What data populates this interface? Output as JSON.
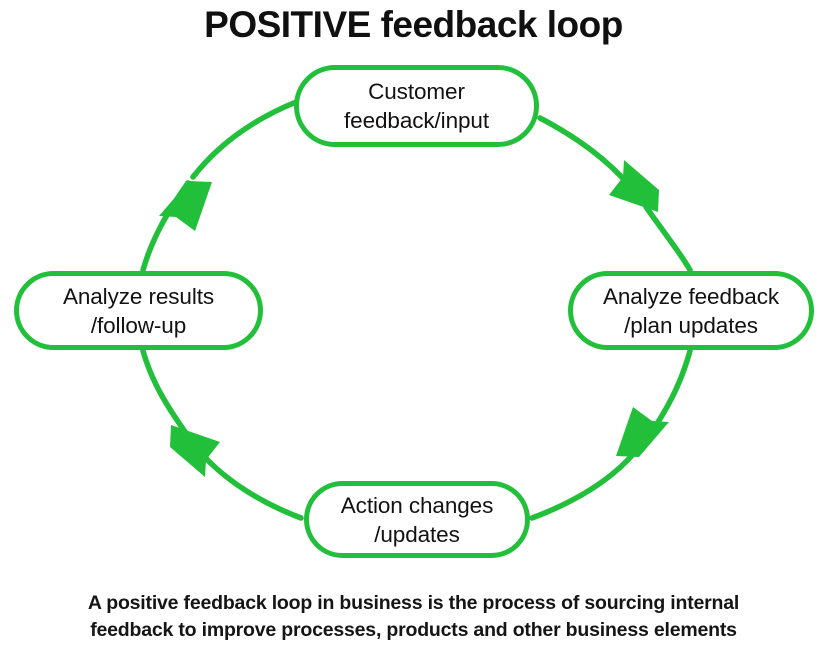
{
  "title": "POSITIVE feedback loop",
  "diagram": {
    "type": "cycle",
    "direction": "clockwise",
    "accent_color": "#22C03A",
    "node_fill": "#FFFFFF",
    "text_color": "#121212",
    "nodes": [
      {
        "id": "top",
        "label": "Customer\nfeedback/input",
        "position": "top"
      },
      {
        "id": "right",
        "label": "Analyze feedback\n/plan updates",
        "position": "right"
      },
      {
        "id": "bottom",
        "label": "Action changes\n/updates",
        "position": "bottom"
      },
      {
        "id": "left",
        "label": "Analyze results\n/follow-up",
        "position": "left"
      }
    ],
    "arrows": [
      {
        "id": "top-to-right",
        "from": "top",
        "to": "right",
        "head": "down-right"
      },
      {
        "id": "right-to-bottom",
        "from": "right",
        "to": "bottom",
        "head": "down-left"
      },
      {
        "id": "bottom-to-left",
        "from": "bottom",
        "to": "left",
        "head": "up-left"
      },
      {
        "id": "left-to-top",
        "from": "left",
        "to": "top",
        "head": "up-right"
      }
    ]
  },
  "caption": "A positive feedback loop in business is the process of sourcing internal\nfeedback to improve processes, products and other business elements"
}
